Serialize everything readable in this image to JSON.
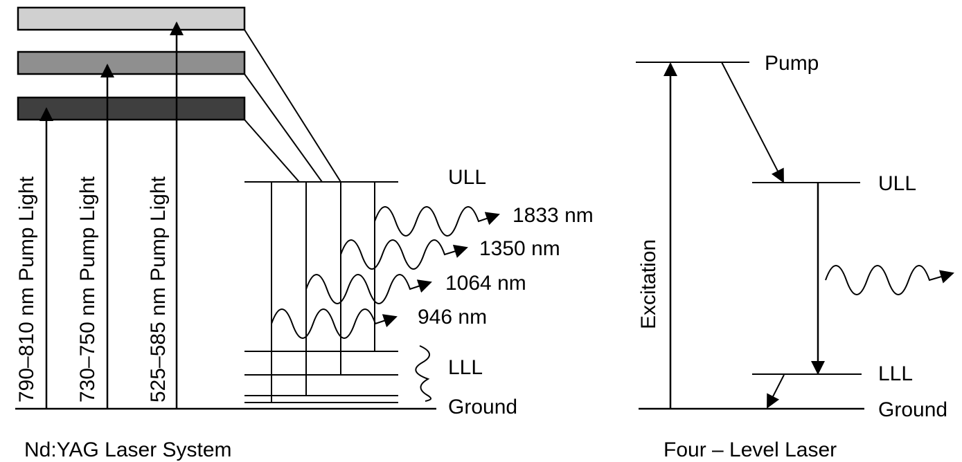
{
  "left_diagram": {
    "caption": "Nd:YAG Laser System",
    "pump_bands": [
      {
        "label": "525–585 nm Pump Light",
        "color": "#d0d0d0"
      },
      {
        "label": "730–750 nm Pump Light",
        "color": "#8f8f8f"
      },
      {
        "label": "790–810 nm Pump Light",
        "color": "#3f3f3f"
      }
    ],
    "levels": {
      "ull": "ULL",
      "lll": "LLL",
      "ground": "Ground"
    },
    "emissions": [
      "1833 nm",
      "1350 nm",
      "1064 nm",
      "946 nm"
    ]
  },
  "right_diagram": {
    "caption": "Four – Level Laser",
    "levels": {
      "pump": "Pump",
      "ull": "ULL",
      "lll": "LLL",
      "ground": "Ground"
    },
    "excitation_label": "Excitation"
  },
  "colors": {
    "line": "#000000",
    "background": "#ffffff"
  }
}
